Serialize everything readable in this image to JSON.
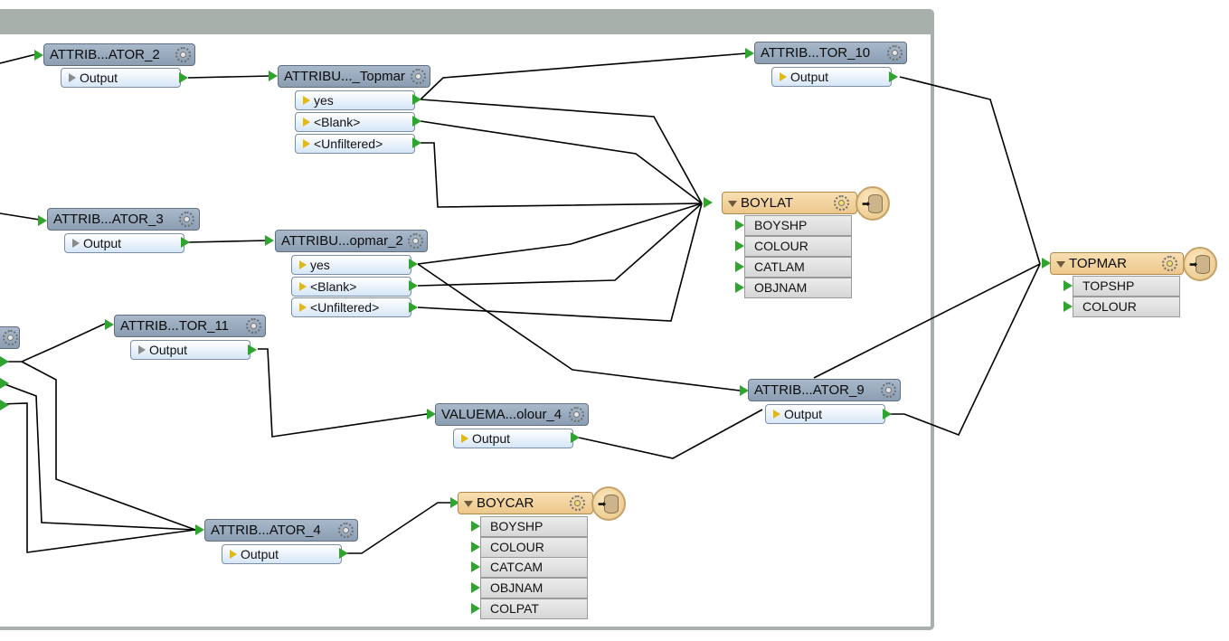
{
  "colors": {
    "transformer_header": "#98a9bd",
    "writer_header": "#f2d29c",
    "output_port_fill": "#e3eefb",
    "connection_line": "#000000",
    "port_arrow_green": "#2fa52f",
    "port_arrow_yellow": "#e2b813",
    "bookmark_frame": "#a7b0aa"
  },
  "transformers": {
    "attr2": {
      "title": "ATTRIB...ATOR_2",
      "output": "Output"
    },
    "attr3": {
      "title": "ATTRIB...ATOR_3",
      "output": "Output"
    },
    "topmar": {
      "title": "ATTRIBU..._Topmar",
      "ports": [
        "yes",
        "<Blank>",
        "<Unfiltered>"
      ]
    },
    "opmar2": {
      "title": "ATTRIBU...opmar_2",
      "ports": [
        "yes",
        "<Blank>",
        "<Unfiltered>"
      ]
    },
    "tor10": {
      "title": "ATTRIB...TOR_10",
      "output": "Output"
    },
    "tor11": {
      "title": "ATTRIB...TOR_11",
      "output": "Output"
    },
    "ator9": {
      "title": "ATTRIB...ATOR_9",
      "output": "Output"
    },
    "ator4": {
      "title": "ATTRIB...ATOR_4",
      "output": "Output"
    },
    "valuemapper": {
      "title": "VALUEMA...olour_4",
      "output": "Output"
    }
  },
  "writers": {
    "boylat": {
      "title": "BOYLAT",
      "attributes": [
        "BOYSHP",
        "COLOUR",
        "CATLAM",
        "OBJNAM"
      ]
    },
    "boycar": {
      "title": "BOYCAR",
      "attributes": [
        "BOYSHP",
        "COLOUR",
        "CATCAM",
        "OBJNAM",
        "COLPAT"
      ]
    },
    "topmar": {
      "title": "TOPMAR",
      "attributes": [
        "TOPSHP",
        "COLOUR"
      ]
    }
  }
}
